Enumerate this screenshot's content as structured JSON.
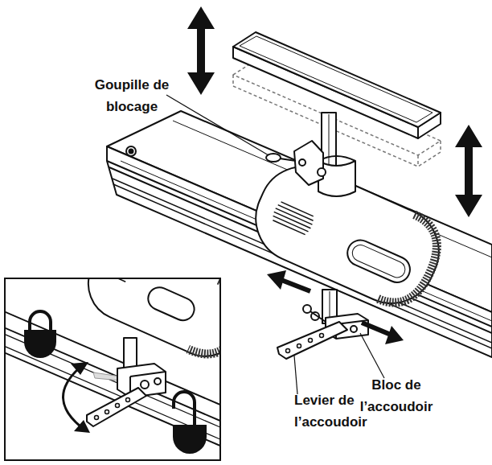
{
  "diagram": {
    "labels": [
      "Goupille de blocage",
      "Levier de l’accoudoir",
      "Bloc de l’accoudoir"
    ]
  }
}
